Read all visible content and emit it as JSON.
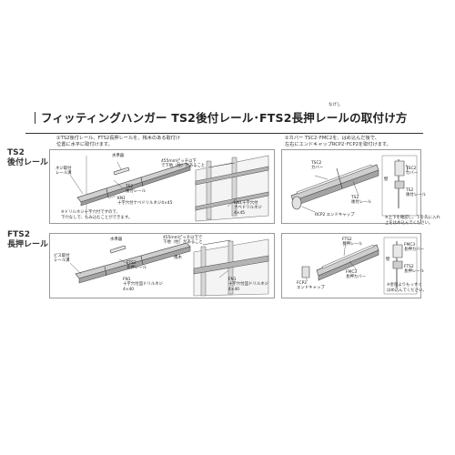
{
  "page_title": "フィッティングハンガー TS2後付レール･FTS2長押レールの取付け方",
  "ruby_text": "なげし",
  "sections": [
    {
      "label_line1": "TS2",
      "label_line2": "後付レール"
    },
    {
      "label_line1": "FTS2",
      "label_line2": "長押レール"
    }
  ],
  "step1": {
    "instruction_line1": "①TS2後付レール、FTS2長押レールを、桟木のある取付け",
    "instruction_line2": "位置に水平に取付けます。"
  },
  "step2": {
    "instruction_line1": "②カバー TSC2･FMC2を、はめ込んだ後で、",
    "instruction_line2": "左右にエンドキャップRCP2･FCP2を取付けます。"
  },
  "ts2_panel1": {
    "level": "水準器",
    "screw_line1": "ネジ取付",
    "screw_line2": "レール溝",
    "rail_line1": "TS2",
    "rail_line2": "後付レール",
    "kn1_line1": "KN1",
    "kn1_line2": "十字穴付ナベドリルネジ4×45",
    "pitch_line1": "455mmピッチ以下",
    "pitch_line2": "で下地（柱）があること",
    "kn1b_line1": "KN1十字穴付",
    "kn1b_line2": "ナベドリルネジ",
    "kn1b_line3": "4×45",
    "note_line1": "※ドリルネジ十字穴付ですので、",
    "note_line2": "下穴なしで、もみ込むことができます。"
  },
  "ts2_panel2": {
    "cover_line1": "TSC2",
    "cover_line2": "カバー",
    "rail_line1": "TS2",
    "rail_line2": "後付レール",
    "endcap": "RCP2 エンドキャップ",
    "wall": "壁",
    "cover_right_line1": "TSC2",
    "cover_right_line2": "カバー",
    "rail_right_line1": "TS2",
    "rail_right_line2": "後付レール",
    "note_line1": "※上下を確認し、下を先に入れ",
    "note_line2": "上をはめ込んでください。"
  },
  "fts2_panel1": {
    "level": "水準器",
    "screw_line1": "ビス取付",
    "screw_line2": "レール溝",
    "rail_line1": "FTS2",
    "rail_line2": "長押レール",
    "pitch_line1": "455mmピッチ以下で",
    "pitch_line2": "下地（柱）があること",
    "batten": "桟木",
    "fn1_line1": "FN1",
    "fn1_line2": "十字穴付皿ドリルネジ",
    "fn1_line3": "4×40",
    "fn1b_line1": "FN1",
    "fn1b_line2": "十字穴付皿ドリルネジ",
    "fn1b_line3": "4×40"
  },
  "fts2_panel2": {
    "rail_line1": "FTS2",
    "rail_line2": "長押レール",
    "cover_line1": "FMC3",
    "cover_line2": "長押カバー",
    "endcap_line1": "FCP2",
    "endcap_line2": "エンドキャップ",
    "cover_right_line1": "FMC3",
    "cover_right_line2": "長押カバー",
    "wall": "壁",
    "rail_right_line1": "FTS2",
    "rail_right_line2": "長押レール",
    "note_line1": "※金槌よりもっすぐ",
    "note_line2": "はめ込んでください。"
  }
}
